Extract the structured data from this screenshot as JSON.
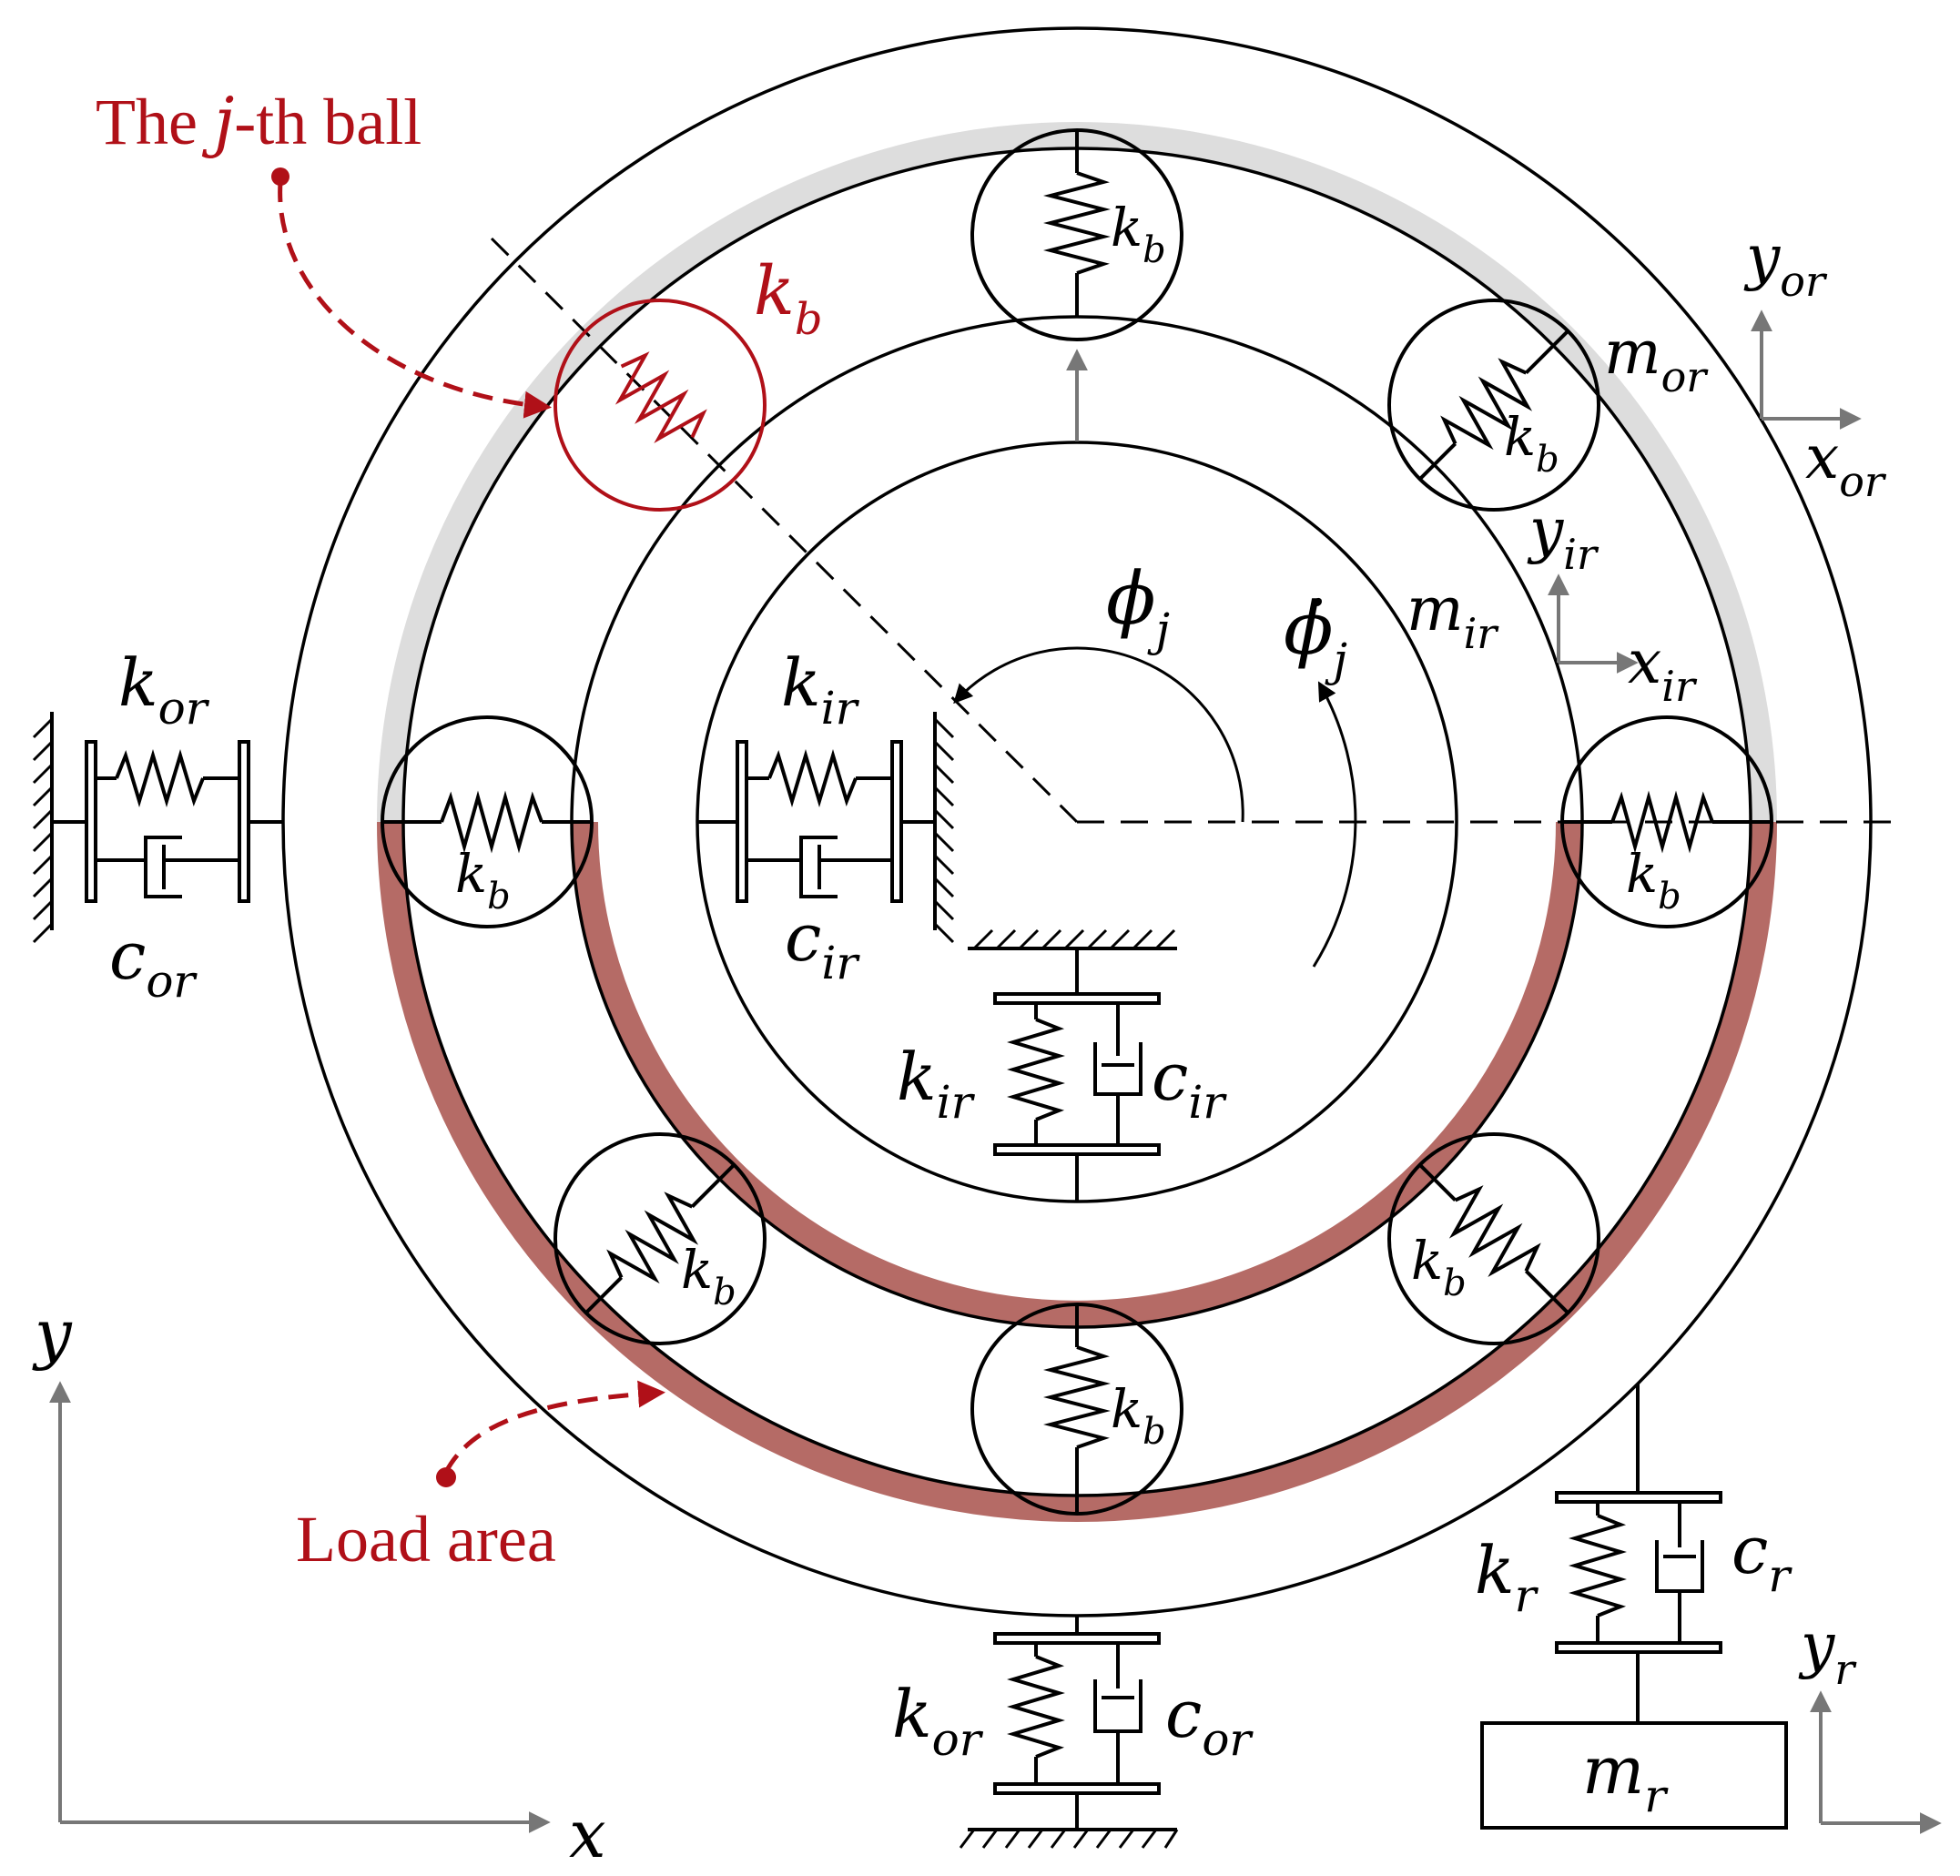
{
  "annotations": {
    "jth_ball_prefix": "The ",
    "jth_ball_j": "j",
    "jth_ball_suffix": "-th ball",
    "load_area": "Load area"
  },
  "symbols": {
    "k": "k",
    "c": "c",
    "m": "m",
    "x": "x",
    "y": "y",
    "phi": "ϕ",
    "phidot": "ϕ̇",
    "sub_b": "b",
    "sub_or": "or",
    "sub_ir": "ir",
    "sub_r": "r",
    "sub_j": "j"
  },
  "colors": {
    "red": "#b01018",
    "load_area": "#b56b66",
    "gray_band": "#dddddd",
    "ink": "#000000",
    "arrow_gray": "#777777"
  }
}
